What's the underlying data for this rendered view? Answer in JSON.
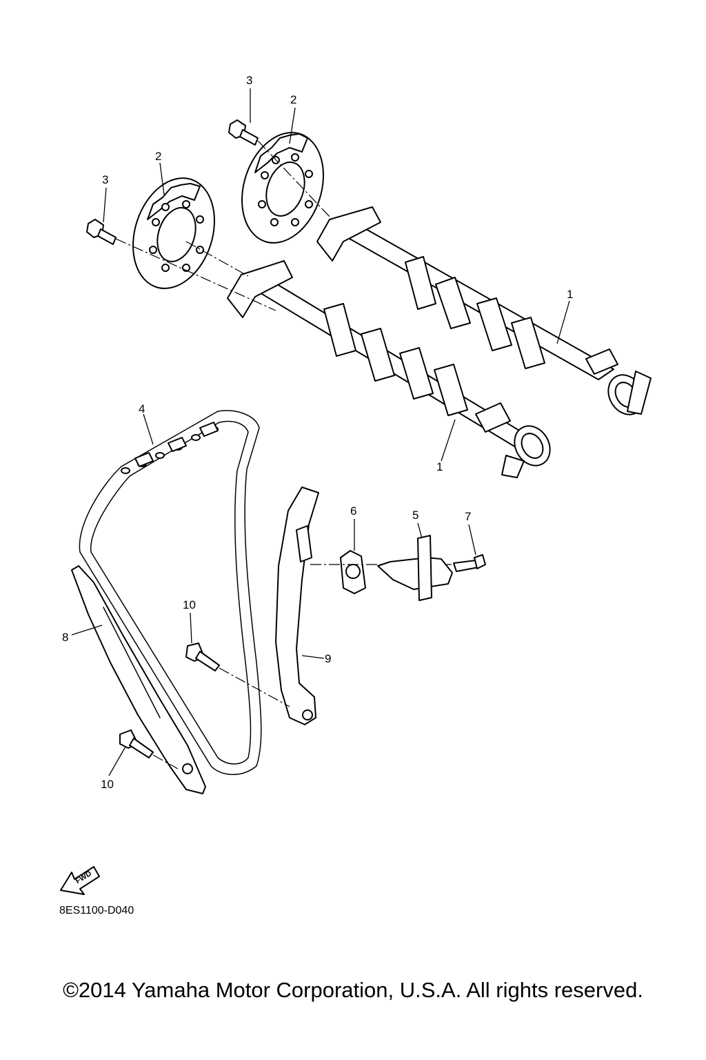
{
  "callouts": {
    "camshaft": "1",
    "sprocket": "2",
    "sprocket_bolt": "3",
    "cam_chain": "4",
    "tensioner": "5",
    "gasket": "6",
    "tensioner_bolt": "7",
    "guide_exhaust": "8",
    "guide_intake": "9",
    "guide_bolt": "10"
  },
  "fwd_label": "FWD",
  "diagram_code": "8ES1100-D040",
  "copyright": "©2014 Yamaha Motor Corporation, U.S.A. All rights reserved."
}
